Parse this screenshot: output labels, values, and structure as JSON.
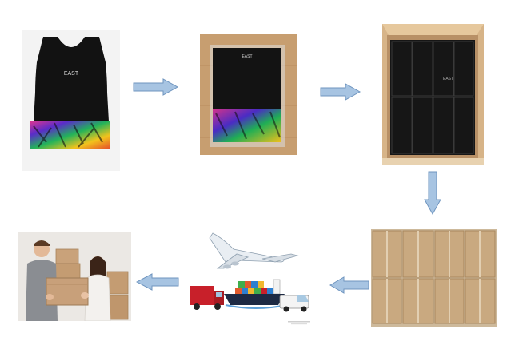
{
  "panels": {
    "tank_print": "EAST",
    "bag_print": "EAST",
    "box_print": "EAST"
  },
  "colors": {
    "arrow_fill": "#a7c4e2",
    "arrow_stroke": "#6f95bf",
    "tank_black": "#121212",
    "carton": "#c9a980",
    "truck_red": "#c8202a"
  }
}
